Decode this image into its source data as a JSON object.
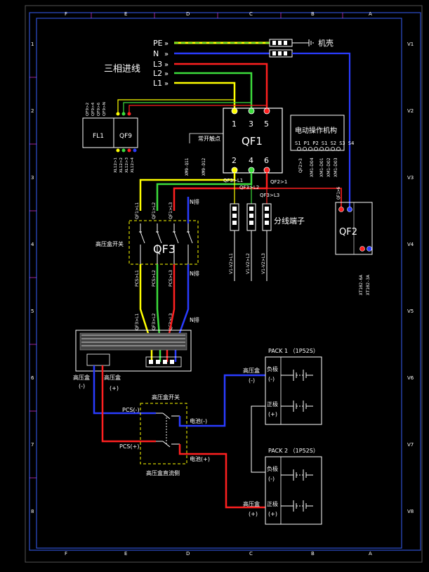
{
  "frame": {
    "top_labels": [
      "F",
      "E",
      "D",
      "C",
      "B",
      "A"
    ],
    "bottom_labels": [
      "F",
      "E",
      "D",
      "C",
      "B",
      "A"
    ],
    "left_numbers": [
      "1",
      "2",
      "3",
      "4",
      "5",
      "6",
      "7",
      "8"
    ],
    "right_labels": [
      "V1",
      "V2",
      "V3",
      "V4",
      "V5",
      "V6",
      "V7",
      "V8"
    ]
  },
  "inputs": {
    "pe": "PE",
    "n": "N",
    "l3": "L3",
    "l2": "L2",
    "l1": "L1",
    "three_phase": "三相进线",
    "chassis": "机壳"
  },
  "fl1": {
    "top_labels": [
      "QF9>2",
      "QF9>4",
      "QF9>6",
      "QF9>N"
    ],
    "bottom_labels": [
      "XL12>1",
      "XL12>2",
      "XL12>3",
      "XL12>4"
    ],
    "fl_label": "FL1",
    "qf_label": "QF9"
  },
  "qf1": {
    "name": "QF1",
    "top_terms": [
      "1",
      "3",
      "5"
    ],
    "bottom_terms": [
      "2",
      "4",
      "6"
    ],
    "aux": "常开触点",
    "aux_pins": [
      "XM9-Q11",
      "XM9-D12"
    ],
    "out_labels": [
      "QF3>L1",
      "QF3>L2",
      "QF2>1",
      "QF3>L3"
    ]
  },
  "operator": {
    "title": "电动操作机构",
    "pins": "S1 P1 P2 S1 S2 S3 S4",
    "wire_labels": [
      "QF2>3",
      "XM1-D04",
      "XM1-D01",
      "XM1-D02",
      "XM1-D03"
    ]
  },
  "terminals": {
    "label": "分线端子",
    "wires": [
      "V1-V2>L1",
      "V1-V2>L2",
      "V1-V2>L3"
    ]
  },
  "qf2": {
    "name": "QF2",
    "top_label": "QF1>6",
    "bottom_labels": [
      "XT102-6A",
      "XT102-3A"
    ]
  },
  "qf3": {
    "name": "QF3",
    "switch_label": "高压盒开关",
    "upper_labels": [
      "QF1>L1",
      "QF1>L2",
      "QF1>L3"
    ],
    "lower_labels": [
      "PCS>L1",
      "PCS>L2",
      "PCS>L3"
    ],
    "n_upper": "N排",
    "n_mid": "N排",
    "n_lower": "N排",
    "out_labels": [
      "QF3>L1",
      "QF3>L2",
      "QF3>L3"
    ]
  },
  "pcs": {
    "neg_label": "高压盒",
    "neg_sign": "(-)",
    "pos_label": "高压盒",
    "pos_sign": "(+)"
  },
  "dc_switch": {
    "top_label": "高压盒开关",
    "bottom_label": "高压盒直流侧",
    "pcs_neg": "PCS(-)",
    "pcs_pos": "PCS(+)",
    "batt_neg": "电池(-)",
    "batt_pos": "电池(+)"
  },
  "pack1": {
    "title": "PACK 1 （1P52S）",
    "neg": "负极",
    "neg_sign": "(-)",
    "pos": "正极",
    "pos_sign": "(+)",
    "box_label": "高压盒",
    "box_sign": "(-)"
  },
  "pack2": {
    "title": "PACK 2 （1P52S）",
    "neg": "负极",
    "neg_sign": "(-)",
    "pos": "正极",
    "pos_sign": "(+)",
    "box_label": "高压盒",
    "box_sign": "(+)"
  },
  "colors": {
    "frame": "#2f4fd0",
    "title_border": "#7a7a7a",
    "pe": "#ffff00",
    "pe_green": "#3cdc3c",
    "neutral": "#2a3cff",
    "l3": "#ff2020",
    "l2": "#3cdc3c",
    "l1": "#ffff00",
    "equipment": "#ffffff",
    "dashed": "#ffff00",
    "label_magenta": "#ff40ff"
  }
}
